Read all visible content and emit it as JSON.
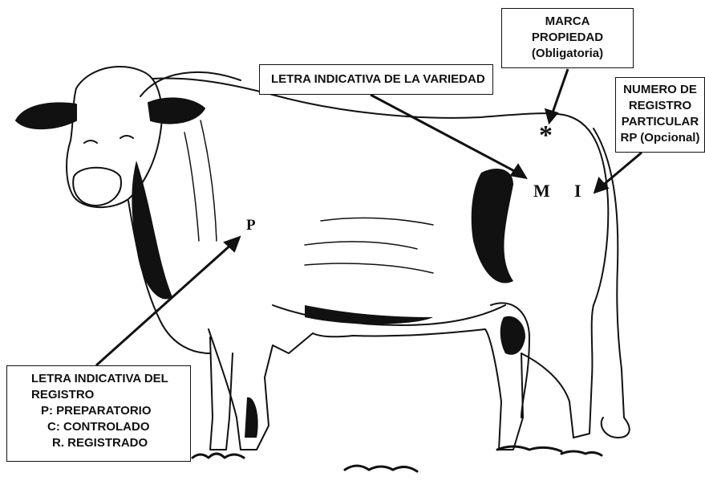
{
  "labels": {
    "marca": [
      "MARCA",
      "PROPIEDAD",
      "(Obligatoria)"
    ],
    "variedad": "LETRA INDICATIVA DE LA VARIEDAD",
    "registro_particular": [
      "NUMERO DE",
      "REGISTRO",
      "PARTICULAR",
      "RP (Opcional)"
    ],
    "registro": [
      "LETRA INDICATIVA DEL",
      "REGISTRO",
      "P: PREPARATORIO",
      "C: CONTROLADO",
      "R. REGISTRADO"
    ]
  },
  "brand_marks": {
    "star": "*",
    "variety": "M",
    "particular": "I",
    "register": "P"
  },
  "colors": {
    "ink": "#111111",
    "paper": "#ffffff"
  }
}
